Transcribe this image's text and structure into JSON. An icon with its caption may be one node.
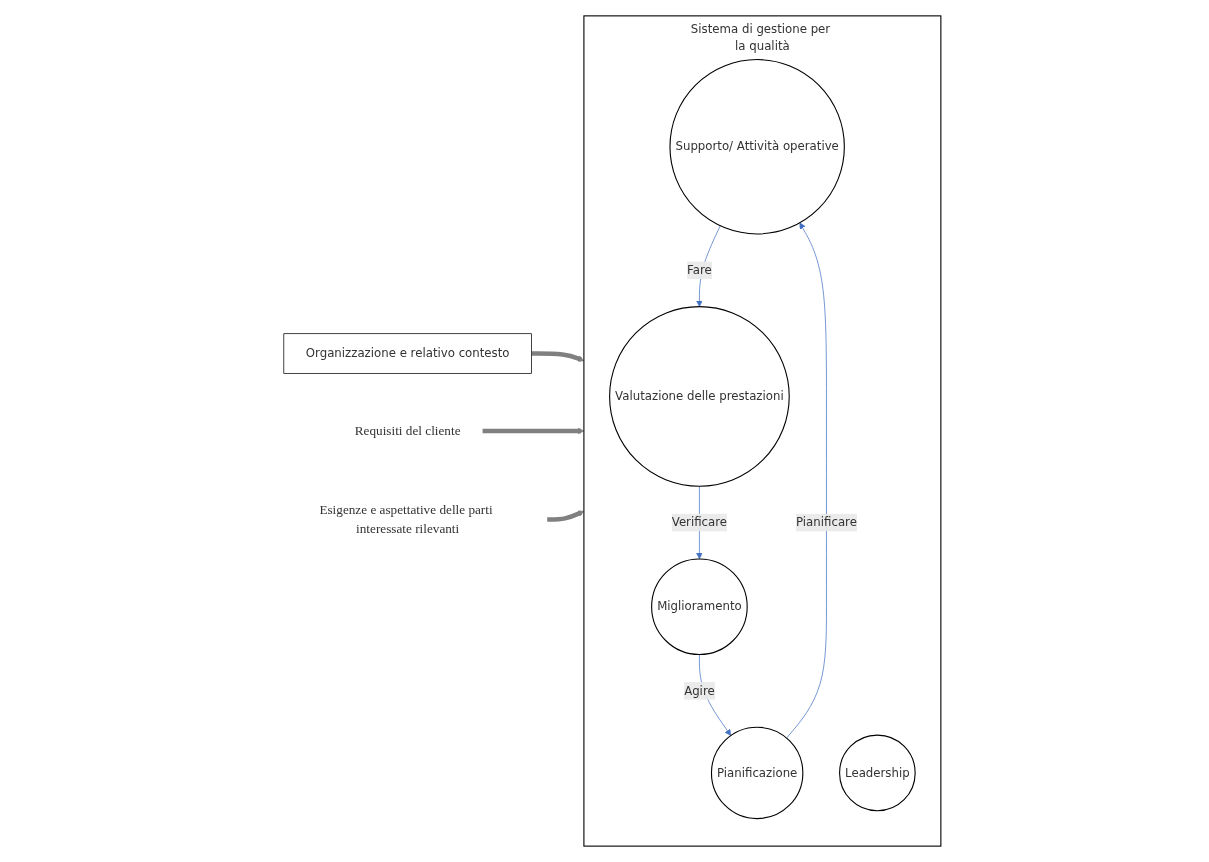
{
  "diagram": {
    "nodes": [
      {
        "text": [
          "Organizzazione e relativo contesto"
        ]
      },
      {
        "text": [
          "Requisiti del cliente"
        ]
      },
      {
        "text": [
          "Esigenze e aspettative delle parti interessate rilevanti"
        ]
      },
      {
        "text": [
          "Sistema di gestione per la qualità"
        ]
      },
      {
        "text": [
          "Supporto/ Attività operative"
        ],
        "in": 3
      },
      {
        "text": [
          "Pianificazione"
        ],
        "in": 3
      },
      {
        "text": [
          "Leadership"
        ],
        "in": 3
      },
      {
        "text": [
          "Valutazione delle prestazioni"
        ],
        "in": 3
      },
      {
        "text": [
          "Miglioramento"
        ],
        "in": 3
      }
    ],
    "edges": [
      {
        "from": 0,
        "to": 3,
        "arrow": "to",
        "style": "thick",
        "color": "#808080"
      },
      {
        "from": 1,
        "to": 3,
        "arrow": "to",
        "style": "thick",
        "color": "#808080"
      },
      {
        "from": 2,
        "to": 3,
        "arrow": "to",
        "style": "thick",
        "color": "#808080"
      },
      {
        "from": 5,
        "to": 4,
        "arrow": "to",
        "label": "Pianificare",
        "color": "#4472c4"
      },
      {
        "from": 4,
        "to": 7,
        "arrow": "to",
        "label": "Fare",
        "color": "#4472c4"
      },
      {
        "from": 7,
        "to": 8,
        "arrow": "to",
        "label": "Verificare",
        "color": "#4472c4"
      },
      {
        "from": 8,
        "to": 5,
        "arrow": "to",
        "label": "Agire",
        "color": "#4472c4"
      }
    ]
  }
}
